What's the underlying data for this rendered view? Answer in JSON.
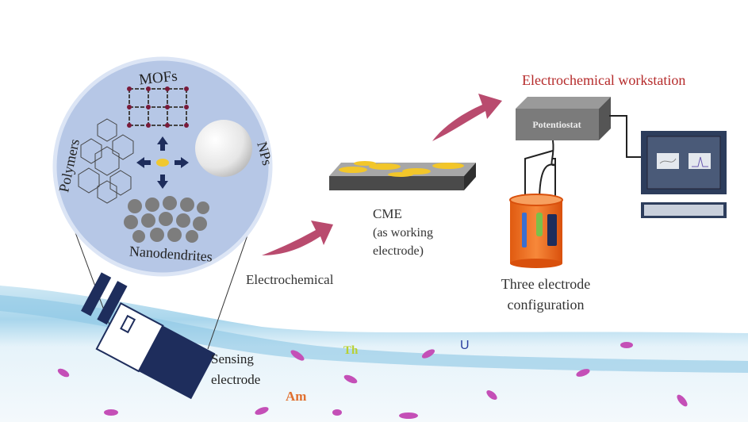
{
  "circle": {
    "mofs": "MOFs",
    "polymers": "Polymers",
    "nps": "NPs",
    "nanodendrites": "Nanodendrites"
  },
  "labels": {
    "electrochemical": "Electrochemical",
    "cme": "CME",
    "cme_sub1": "(as working",
    "cme_sub2": "electrode)",
    "workstation": "Electrochemical workstation",
    "potentiostat": "Potentiostat",
    "three_electrode_1": "Three electrode",
    "three_electrode_2": "configuration",
    "sensing_1": "Sensing",
    "sensing_2": "electrode"
  },
  "elements": {
    "am": "Am",
    "th": "Th",
    "u": "U"
  },
  "colors": {
    "arrow": "#b94b6e",
    "workstation_text": "#b52a2a",
    "am": "#e07030",
    "th": "#b8d030",
    "u": "#2a3fa0",
    "electrode_navy": "#1e2d5c",
    "beaker": "#f06a1e"
  }
}
